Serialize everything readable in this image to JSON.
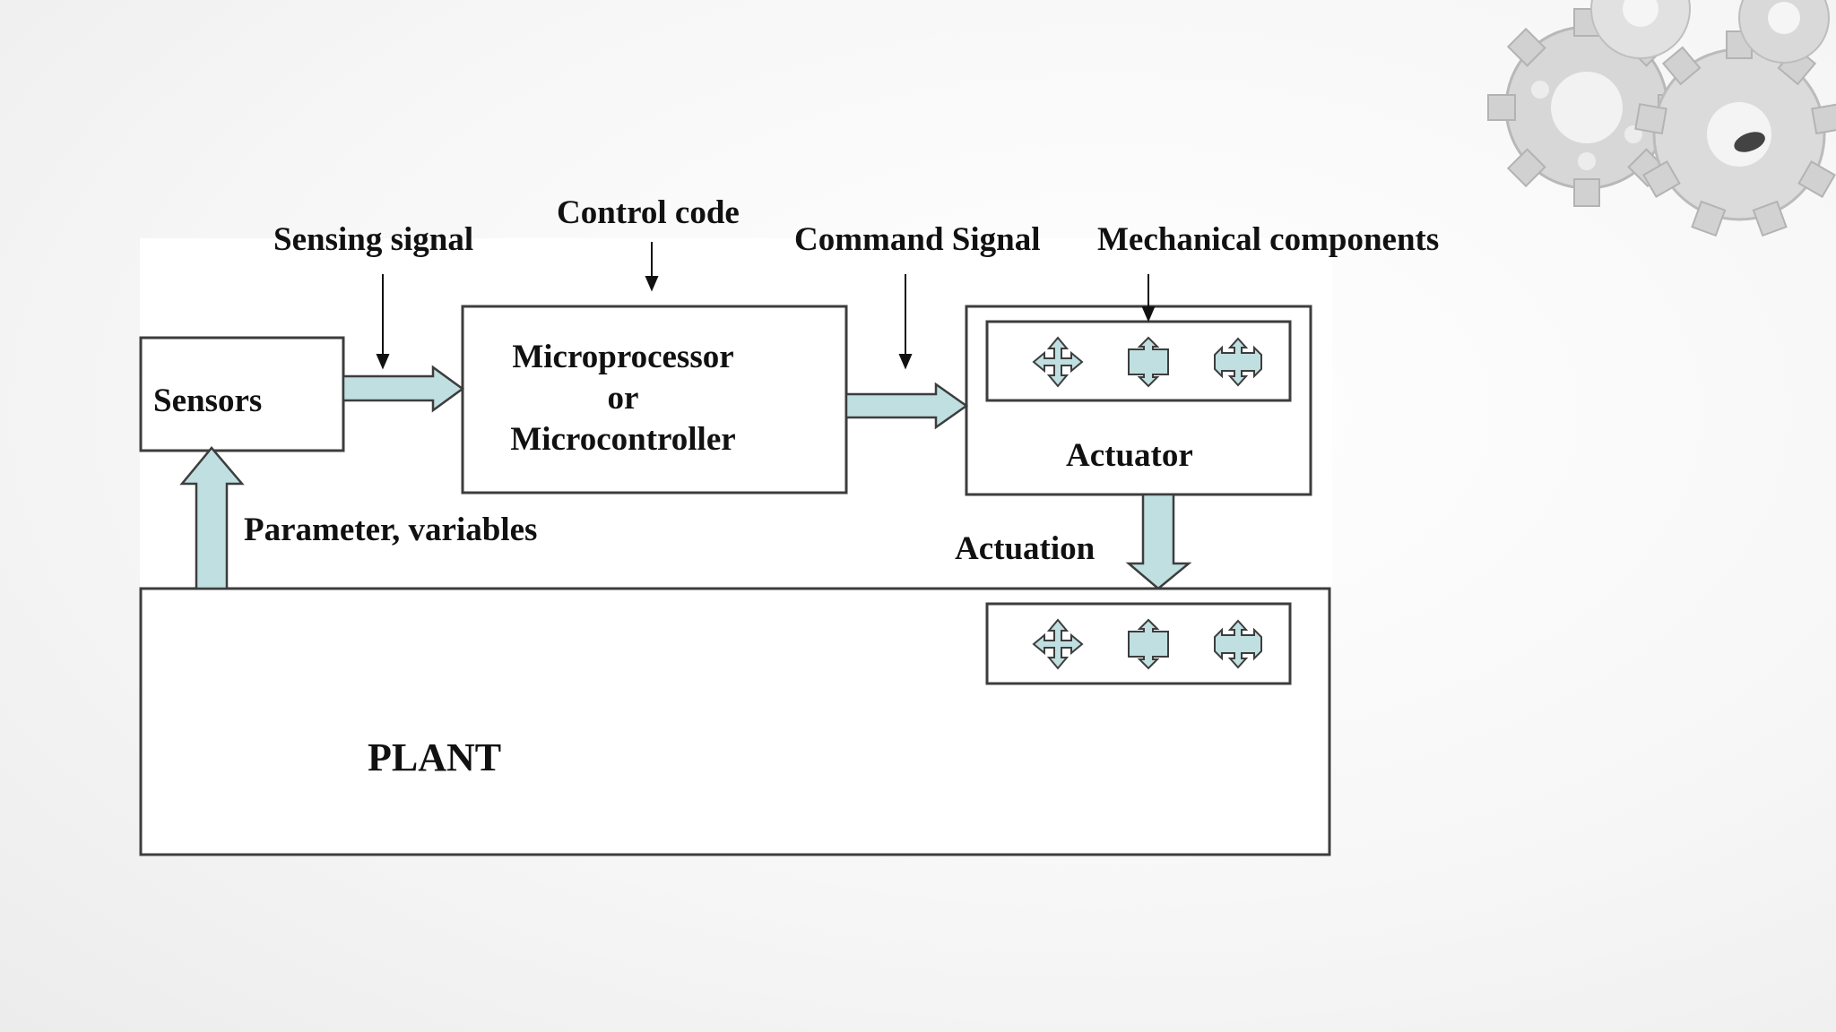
{
  "diagram": {
    "labels": {
      "sensing_signal": "Sensing signal",
      "control_code": "Control code",
      "command_signal": "Command Signal",
      "mechanical_components": "Mechanical components",
      "sensors": "Sensors",
      "processor_line1": "Microprocessor",
      "processor_line2": "or",
      "processor_line3": "Microcontroller",
      "actuator": "Actuator",
      "actuation": "Actuation",
      "parameter_variables": "Parameter, variables",
      "plant": "PLANT"
    },
    "colors": {
      "arrow_fill": "#bfdfe1",
      "box_stroke": "#3d3d3d",
      "text": "#111111",
      "gear": "#c4c4c4"
    },
    "icons": [
      "move-cross-icon",
      "move-updown-icon",
      "move-cross-icon"
    ]
  }
}
